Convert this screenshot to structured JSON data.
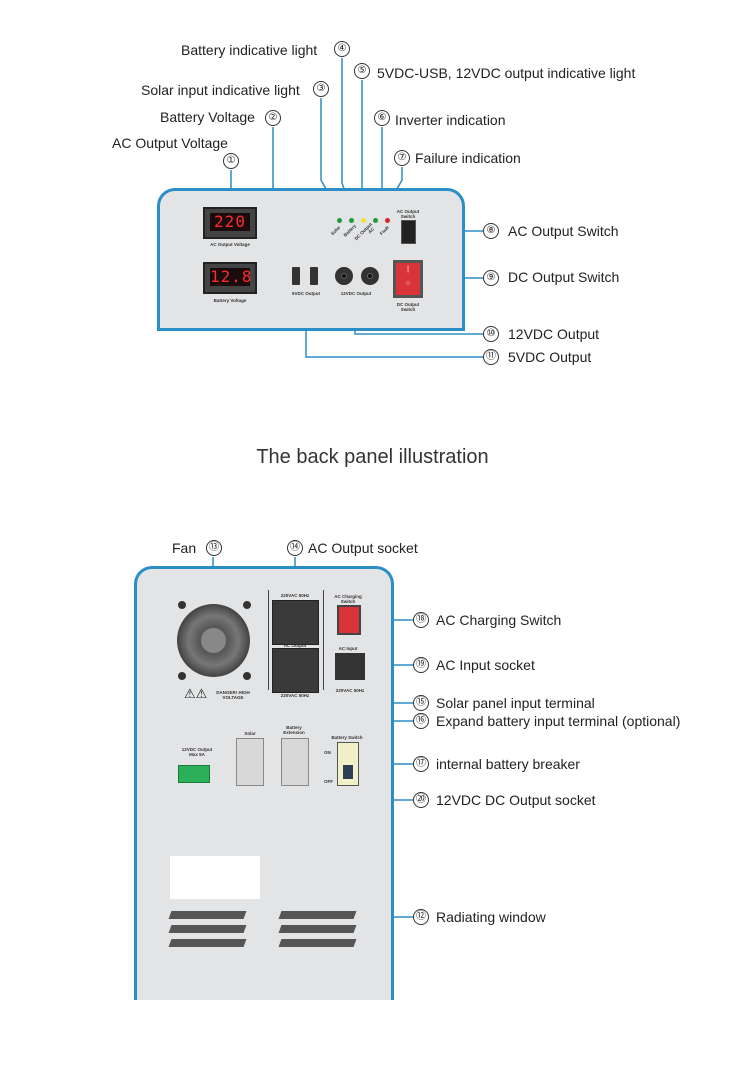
{
  "front_panel": {
    "callouts": [
      {
        "num": "①",
        "label": "AC Output Voltage"
      },
      {
        "num": "②",
        "label": "Battery Voltage"
      },
      {
        "num": "③",
        "label": "Solar input indicative light"
      },
      {
        "num": "④",
        "label": "Battery indicative light"
      },
      {
        "num": "⑤",
        "label": "5VDC-USB, 12VDC output indicative light"
      },
      {
        "num": "⑥",
        "label": "Inverter indication"
      },
      {
        "num": "⑦",
        "label": "Failure indication"
      },
      {
        "num": "⑧",
        "label": "AC Output Switch"
      },
      {
        "num": "⑨",
        "label": "DC Output Switch"
      },
      {
        "num": "⑩",
        "label": "12VDC Output"
      },
      {
        "num": "⑪",
        "label": "5VDC Output"
      }
    ],
    "device": {
      "ac_voltage_display": "220",
      "ac_voltage_caption": "AC Output Voltage",
      "battery_voltage_display": "12.8",
      "battery_voltage_caption": "Battery Voltage",
      "indicators": [
        {
          "label": "Solar",
          "color": "#1e9b3a"
        },
        {
          "label": "Battery",
          "color": "#1e9b3a"
        },
        {
          "label": "DC Output",
          "color": "#e8e23a"
        },
        {
          "label": "AC",
          "color": "#1e9b3a"
        },
        {
          "label": "Fault",
          "color": "#d12a2a"
        }
      ],
      "ac_switch_caption": "AC Output Switch",
      "usb_caption": "5VDC Output",
      "dc12_caption": "12VDC Output",
      "dc_switch_caption": "DC Output Switch"
    }
  },
  "section_title": "The back panel illustration",
  "back_panel": {
    "callouts": [
      {
        "num": "⑬",
        "label": "Fan"
      },
      {
        "num": "⑭",
        "label": "AC Output socket"
      },
      {
        "num": "⑱",
        "label": "AC Charging Switch"
      },
      {
        "num": "⑲",
        "label": "AC Input socket"
      },
      {
        "num": "⑮",
        "label": "Solar panel input terminal"
      },
      {
        "num": "⑯",
        "label": "Expand battery input terminal (optional)"
      },
      {
        "num": "⑰",
        "label": "internal battery breaker"
      },
      {
        "num": "⑳",
        "label": "12VDC DC Output socket"
      },
      {
        "num": "⑫",
        "label": "Radiating window"
      }
    ],
    "device": {
      "socket_top_caption": "220VAC 50Hz",
      "socket_mid_caption": "AC Output",
      "socket_bottom_caption": "220VAC 50Hz",
      "charging_switch_caption": "AC Charging Switch",
      "ac_input_caption": "AC Input",
      "ac_input_rating": "220VAC 50Hz",
      "warning": "DANGER! HIGH VOLTAGE",
      "solar_caption": "Solar",
      "battery_ext_caption": "Battery Extension",
      "battery_switch_caption": "Battery Switch",
      "on": "ON",
      "off": "OFF",
      "dc_output_caption": "12VDC Output Max 5A"
    }
  },
  "colors": {
    "frame": "#2b8ec6",
    "panel": "#e3e4e6",
    "line": "#2b8ec6",
    "switch_red": "#d8343a"
  }
}
